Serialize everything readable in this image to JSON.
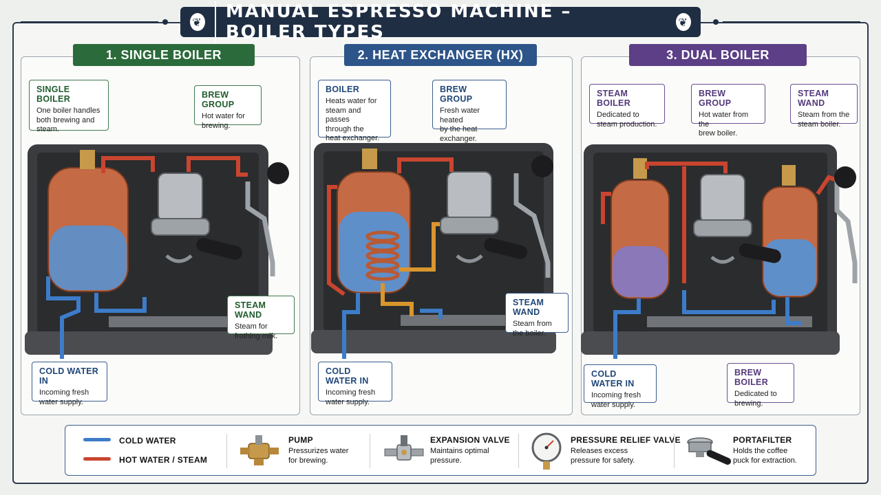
{
  "title": "MANUAL ESPRESSO MACHINE – BOILER TYPES",
  "colors": {
    "navy": "#1f2e43",
    "single": "#2b6a3a",
    "hx": "#2e5589",
    "dual": "#5c3f86",
    "cold_water": "#3d7cc9",
    "hot_water": "#c9452f"
  },
  "panels": [
    {
      "heading": "1. SINGLE BOILER",
      "callouts": [
        {
          "title": "SINGLE BOILER",
          "desc": [
            "One boiler handles",
            "both brewing and",
            "steam."
          ]
        },
        {
          "title": "BREW GROUP",
          "desc": [
            "Hot water for",
            "brewing."
          ]
        },
        {
          "title": "STEAM WAND",
          "desc": [
            "Steam for",
            "frothing milk."
          ]
        },
        {
          "title": "COLD WATER IN",
          "desc": [
            "Incoming fresh",
            "water supply."
          ]
        }
      ]
    },
    {
      "heading": "2. HEAT EXCHANGER (HX)",
      "callouts": [
        {
          "title": "BOILER",
          "desc": [
            "Heats water for",
            "steam and passes",
            "through the",
            "heat exchanger."
          ]
        },
        {
          "title": "BREW GROUP",
          "desc": [
            "Fresh water heated",
            "by the heat",
            "exchanger."
          ]
        },
        {
          "title": "STEAM WAND",
          "desc": [
            "Steam from",
            "the boiler."
          ]
        },
        {
          "title": "COLD WATER IN",
          "desc": [
            "Incoming fresh",
            "water supply."
          ]
        }
      ]
    },
    {
      "heading": "3. DUAL BOILER",
      "callouts": [
        {
          "title": "STEAM BOILER",
          "desc": [
            "Dedicated to",
            "steam production."
          ]
        },
        {
          "title": "BREW GROUP",
          "desc": [
            "Hot water from the",
            "brew boiler."
          ]
        },
        {
          "title": "STEAM WAND",
          "desc": [
            "Steam from the",
            "steam boiler."
          ]
        },
        {
          "title": "COLD WATER IN",
          "desc": [
            "Incoming fresh",
            "water supply."
          ]
        },
        {
          "title": "BREW BOILER",
          "desc": [
            "Dedicated to",
            "brewing."
          ]
        }
      ]
    }
  ],
  "legend": {
    "cold_water": "COLD WATER",
    "hot_water": "HOT WATER / STEAM",
    "items": [
      {
        "icon": "pump-icon",
        "title": "PUMP",
        "desc": [
          "Pressurizes water",
          "for brewing."
        ]
      },
      {
        "icon": "expansion-valve-icon",
        "title": "EXPANSION VALVE",
        "desc": [
          "Maintains optimal",
          "pressure."
        ]
      },
      {
        "icon": "pressure-gauge-icon",
        "title": "PRESSURE RELIEF VALVE",
        "desc": [
          "Releases excess",
          "pressure for safety."
        ]
      },
      {
        "icon": "portafilter-icon",
        "title": "PORTAFILTER",
        "desc": [
          "Holds the coffee",
          "puck for extraction."
        ]
      }
    ]
  }
}
